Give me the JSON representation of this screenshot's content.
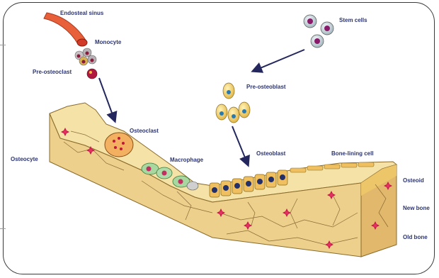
{
  "labels": {
    "endosteal_sinus": "Endosteal sinus",
    "monocyte": "Monocyte",
    "pre_osteoclast": "Pre-osteoclast",
    "stem_cells": "Stem cells",
    "pre_osteoblast": "Pre-osteoblast",
    "osteoclast": "Osteoclast",
    "osteocyte": "Osteocyte",
    "macrophage": "Macrophage",
    "osteoblast": "Osteoblast",
    "bone_lining_cell": "Bone-lining cell",
    "osteoid": "Osteoid",
    "new_bone": "New bone",
    "old_bone": "Old bone"
  },
  "colors": {
    "bone_top": "#f4e2a6",
    "bone_face": "#ecd08c",
    "osteoid_band": "#f0c86a",
    "osteocyte": "#c8194a",
    "arrow": "#23275e",
    "label_text": "#2c3570"
  }
}
